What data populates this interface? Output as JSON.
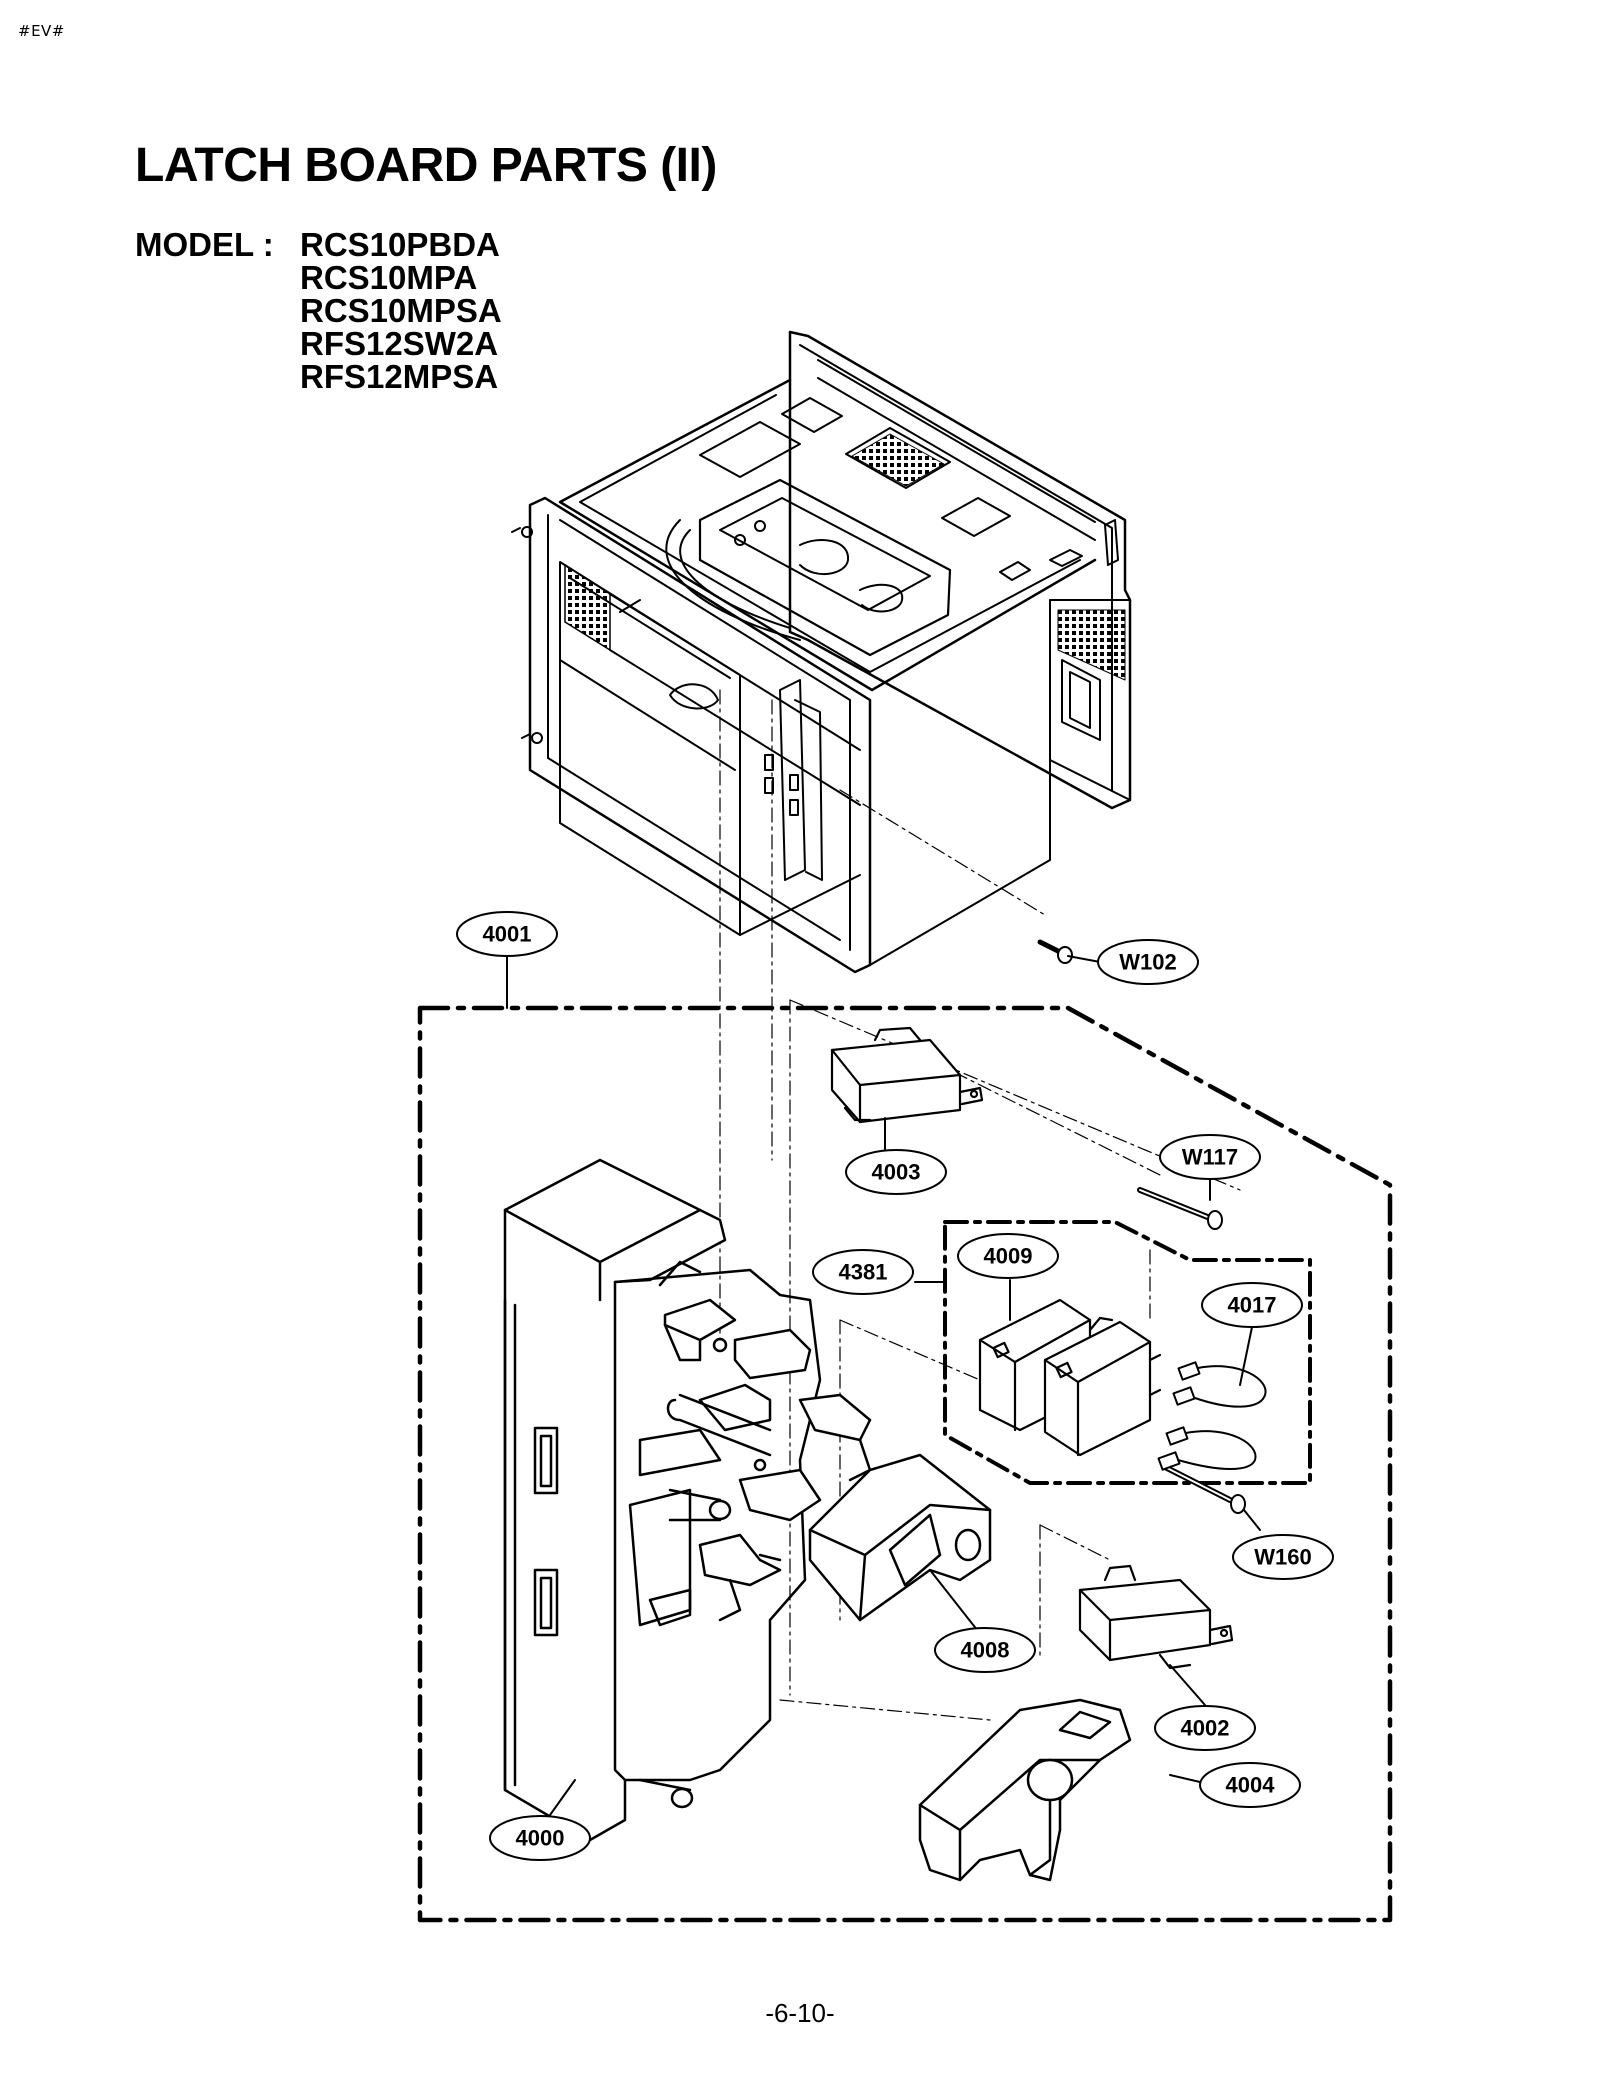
{
  "header": {
    "doc_tag": "#EV#",
    "title": "LATCH BOARD PARTS (II)",
    "model_label": "MODEL : ",
    "models": [
      "RCS10PBDA",
      "RCS10MPA",
      "RCS10MPSA",
      "RFS12SW2A",
      "RFS12MPSA"
    ]
  },
  "callouts": [
    {
      "id": "c4001",
      "label": "4001"
    },
    {
      "id": "cW102",
      "label": "W102"
    },
    {
      "id": "c4003",
      "label": "4003"
    },
    {
      "id": "cW117",
      "label": "W117"
    },
    {
      "id": "c4381",
      "label": "4381"
    },
    {
      "id": "c4009",
      "label": "4009"
    },
    {
      "id": "c4017",
      "label": "4017"
    },
    {
      "id": "cW160",
      "label": "W160"
    },
    {
      "id": "c4008",
      "label": "4008"
    },
    {
      "id": "c4002",
      "label": "4002"
    },
    {
      "id": "c4004",
      "label": "4004"
    },
    {
      "id": "c4000",
      "label": "4000"
    }
  ],
  "footer": {
    "page_number": "-6-10-"
  }
}
